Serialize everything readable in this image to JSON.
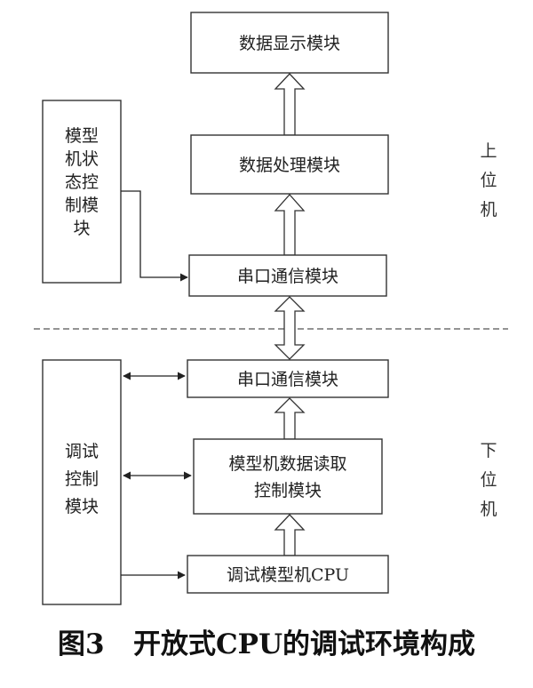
{
  "upper": {
    "display": "数据显示模块",
    "process": "数据处理模块",
    "serial": "串口通信模块",
    "state_box": [
      "模型",
      "机状",
      "态控",
      "制模",
      "块"
    ],
    "side_label": [
      "上",
      "位",
      "机"
    ]
  },
  "lower": {
    "serial": "串口通信模块",
    "read": [
      "模型机数据读取",
      "控制模块"
    ],
    "cpu": "调试模型机CPU",
    "debug_box": [
      "调试",
      "控制",
      "模块"
    ],
    "side_label": [
      "下",
      "位",
      "机"
    ]
  },
  "caption": "图3   开放式CPU的调试环境构成"
}
